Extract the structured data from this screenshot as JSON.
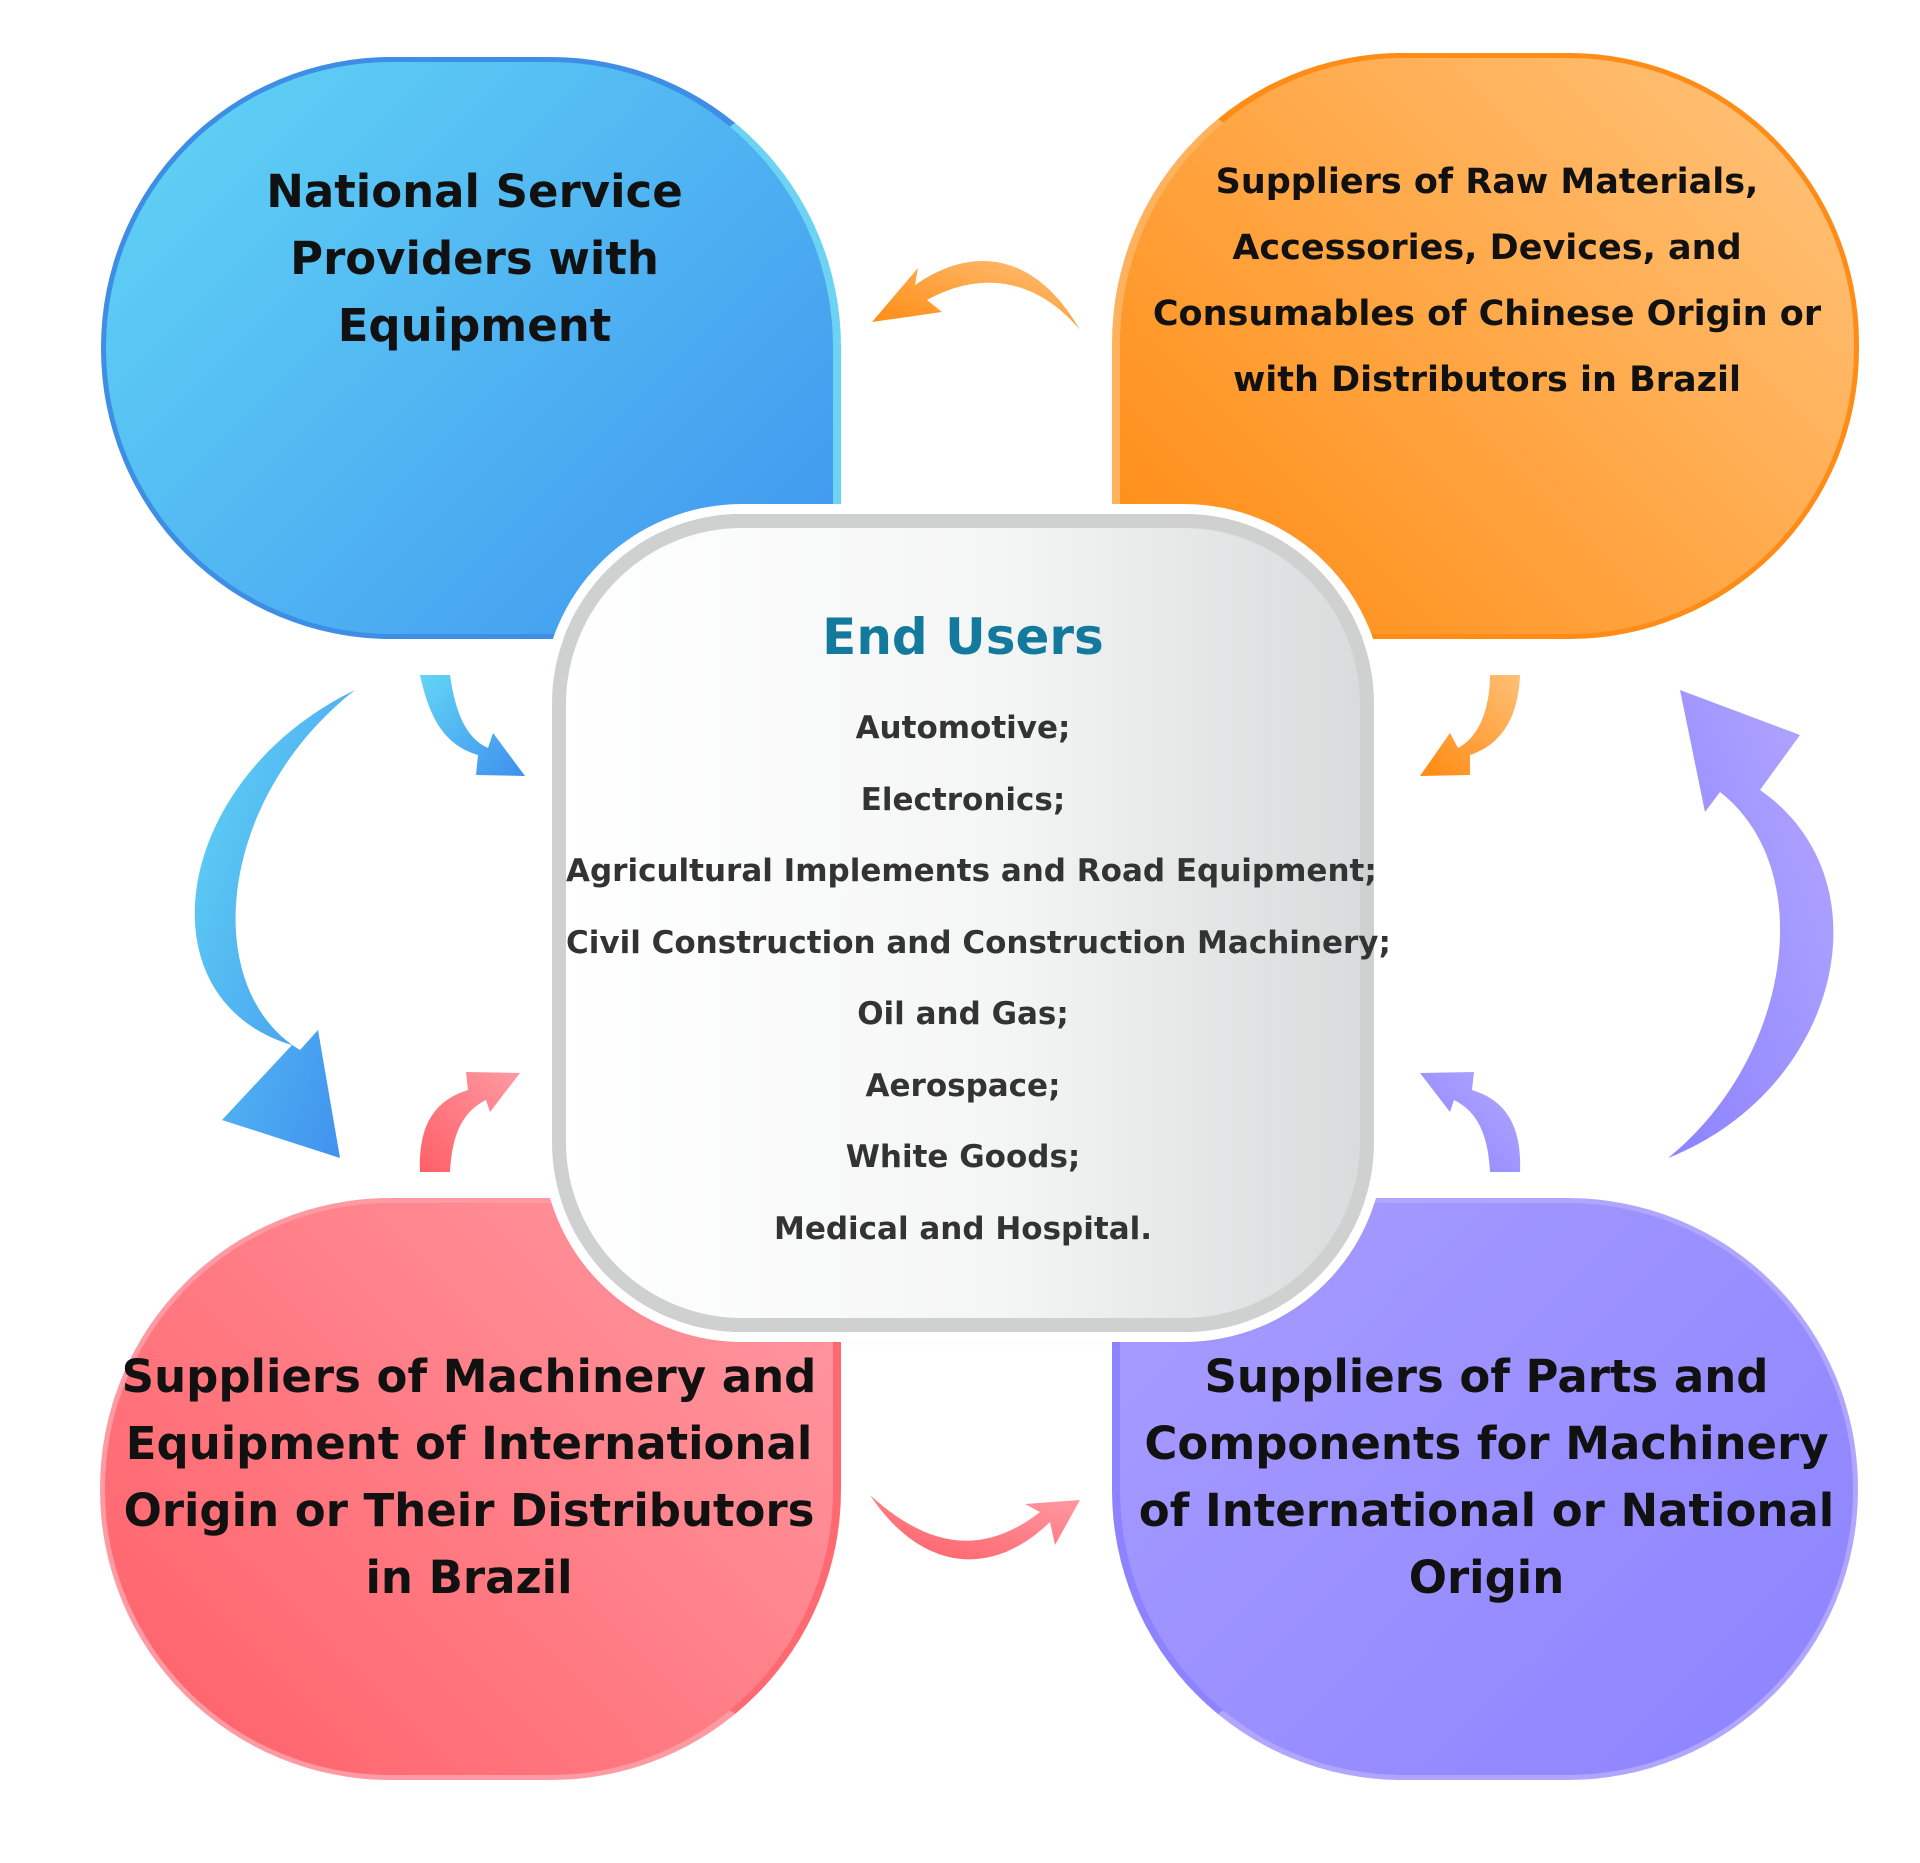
{
  "nodes": {
    "national_service": {
      "lines": [
        "National Service",
        "Providers with",
        "Equipment"
      ],
      "color": "#3f95ef"
    },
    "raw_materials": {
      "lines": [
        "Suppliers of Raw Materials,",
        "Accessories, Devices, and",
        "Consumables of Chinese Origin or",
        "with Distributors in Brazil"
      ],
      "color": "#ff8a10"
    },
    "machinery_international": {
      "lines": [
        "Suppliers of Machinery and",
        "Equipment of International",
        "Origin or Their Distributors",
        "in Brazil"
      ],
      "color": "#ff6a72"
    },
    "parts_components": {
      "lines": [
        "Suppliers of Parts and",
        "Components for Machinery",
        "of International or National",
        "Origin"
      ],
      "color": "#8c82ff"
    }
  },
  "center": {
    "title": "End Users",
    "title_color": "#137a9d",
    "items": [
      "Automotive;",
      "Electronics;",
      "Agricultural Implements and Road Equipment;",
      "Civil Construction and Construction Machinery;",
      "Oil and Gas;",
      "Aerospace;",
      "White Goods;",
      "Medical and Hospital."
    ]
  },
  "arrows": [
    {
      "from": "raw_materials",
      "to": "national_service",
      "color": "#ff9a2a",
      "icon": "curved-arrow"
    },
    {
      "from": "national_service",
      "to": "machinery_international",
      "color": "#4aaaf0",
      "icon": "curved-arrow"
    },
    {
      "from": "machinery_international",
      "to": "parts_components",
      "color": "#ff7a80",
      "icon": "curved-arrow"
    },
    {
      "from": "parts_components",
      "to": "raw_materials",
      "color": "#9a90ff",
      "icon": "curved-arrow"
    },
    {
      "from": "national_service",
      "to": "center",
      "color": "#4aaaf0",
      "icon": "curved-arrow"
    },
    {
      "from": "raw_materials",
      "to": "center",
      "color": "#ff9a2a",
      "icon": "curved-arrow"
    },
    {
      "from": "machinery_international",
      "to": "center",
      "color": "#ff7a80",
      "icon": "curved-arrow"
    },
    {
      "from": "parts_components",
      "to": "center",
      "color": "#9a90ff",
      "icon": "curved-arrow"
    }
  ]
}
